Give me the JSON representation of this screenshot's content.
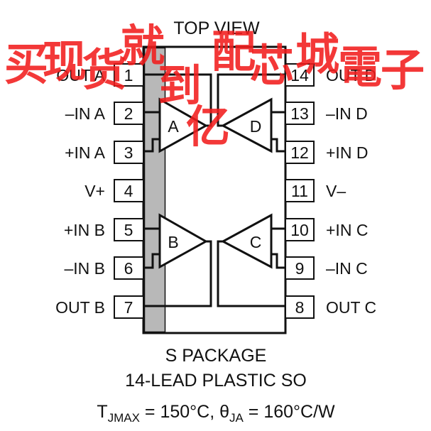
{
  "title": "TOP VIEW",
  "package_line1": "S PACKAGE",
  "package_line2": "14-LEAD PLASTIC SO",
  "thermal": {
    "t_sym": "T",
    "t_sub": "JMAX",
    "t_val": " = 150°C, ",
    "theta_sym": "θ",
    "theta_sub": "JA",
    "theta_val": " = 160°C/W"
  },
  "amplifiers": [
    {
      "id": "A",
      "label": "A"
    },
    {
      "id": "B",
      "label": "B"
    },
    {
      "id": "C",
      "label": "C"
    },
    {
      "id": "D",
      "label": "D"
    }
  ],
  "pins_left": [
    {
      "num": "1",
      "name": "OUT A"
    },
    {
      "num": "2",
      "name": "–IN A"
    },
    {
      "num": "3",
      "name": "+IN A"
    },
    {
      "num": "4",
      "name": "V+"
    },
    {
      "num": "5",
      "name": "+IN B"
    },
    {
      "num": "6",
      "name": "–IN B"
    },
    {
      "num": "7",
      "name": "OUT B"
    }
  ],
  "pins_right": [
    {
      "num": "14",
      "name": "OUT D"
    },
    {
      "num": "13",
      "name": "–IN D"
    },
    {
      "num": "12",
      "name": "+IN D"
    },
    {
      "num": "11",
      "name": "V–"
    },
    {
      "num": "10",
      "name": "+IN C"
    },
    {
      "num": "9",
      "name": "–IN C"
    },
    {
      "num": "8",
      "name": "OUT C"
    }
  ],
  "watermark": {
    "chars": [
      "买",
      "现",
      "货",
      "就",
      "到",
      "亿",
      "配",
      "芯",
      "城",
      "電",
      "子"
    ],
    "color": "#f21d1d"
  }
}
